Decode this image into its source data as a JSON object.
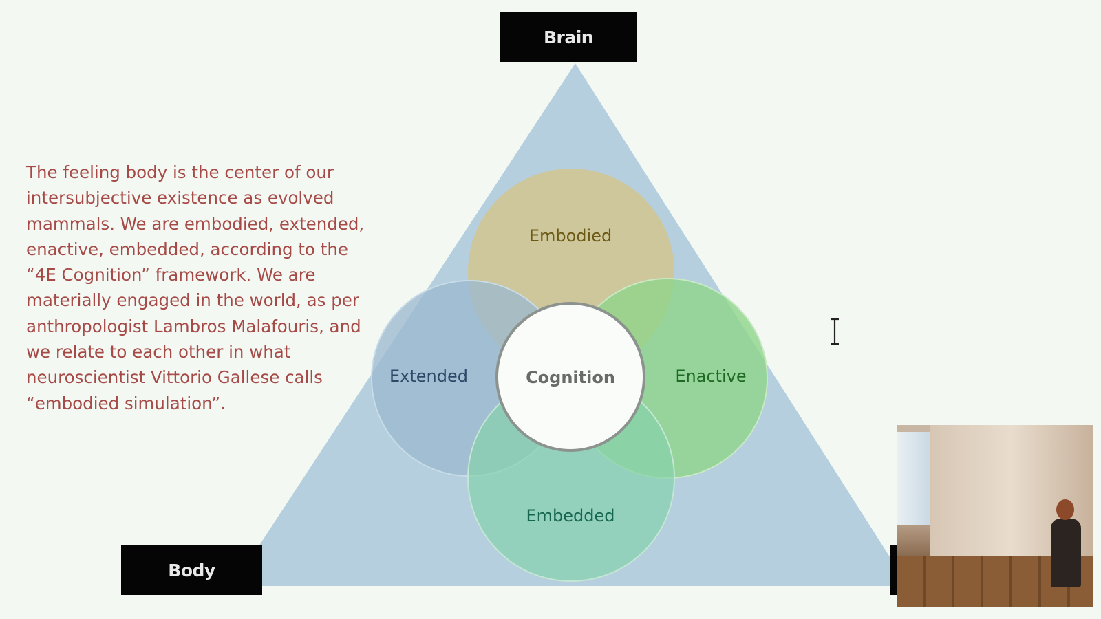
{
  "slide": {
    "description": "The feeling body is the center of our intersubjective existence as evolved mammals. We are embodied, extended, enactive, embedded, according to the “4E Cognition” framework. We are materially engaged in the world, as per anthropologist Lambros Malafouris, and we relate to each other in what neuroscientist Vittorio Gallese calls “embodied simulation”.",
    "description_lines": [
      "The feeling body is the center of our",
      "intersubjective existence as evolved",
      "mammals. We are embodied, extended,",
      "enactive, embedded, according to the",
      "“4E Cognition” framework. We are",
      "materially engaged in the world, as per",
      "anthropologist Lambros Malafouris, and",
      "we relate to each other in what",
      "neuroscientist Vittorio Gallese calls",
      "“embodied simulation”."
    ]
  },
  "diagram": {
    "corners": {
      "top": "Brain",
      "bottom_left": "Body"
    },
    "center": "Cognition",
    "circles": {
      "top": "Embodied",
      "left": "Extended",
      "right": "Enactive",
      "bottom": "Embedded"
    },
    "colors": {
      "triangle": "#b5cfdf",
      "embodied": "#d4c590",
      "extended": "#9cb8cf",
      "enactive": "#8fd48a",
      "embedded": "#86d1ad",
      "center": "#fafcf9",
      "embodied_text": "#6b5a14",
      "extended_text": "#2f4868",
      "enactive_text": "#1f6a22",
      "embedded_text": "#166650",
      "center_text": "#6a6a6a",
      "description_text": "#a64a47"
    }
  },
  "cursor_icon": "text-cursor-icon",
  "video_icon": "webcam-speaker-video"
}
